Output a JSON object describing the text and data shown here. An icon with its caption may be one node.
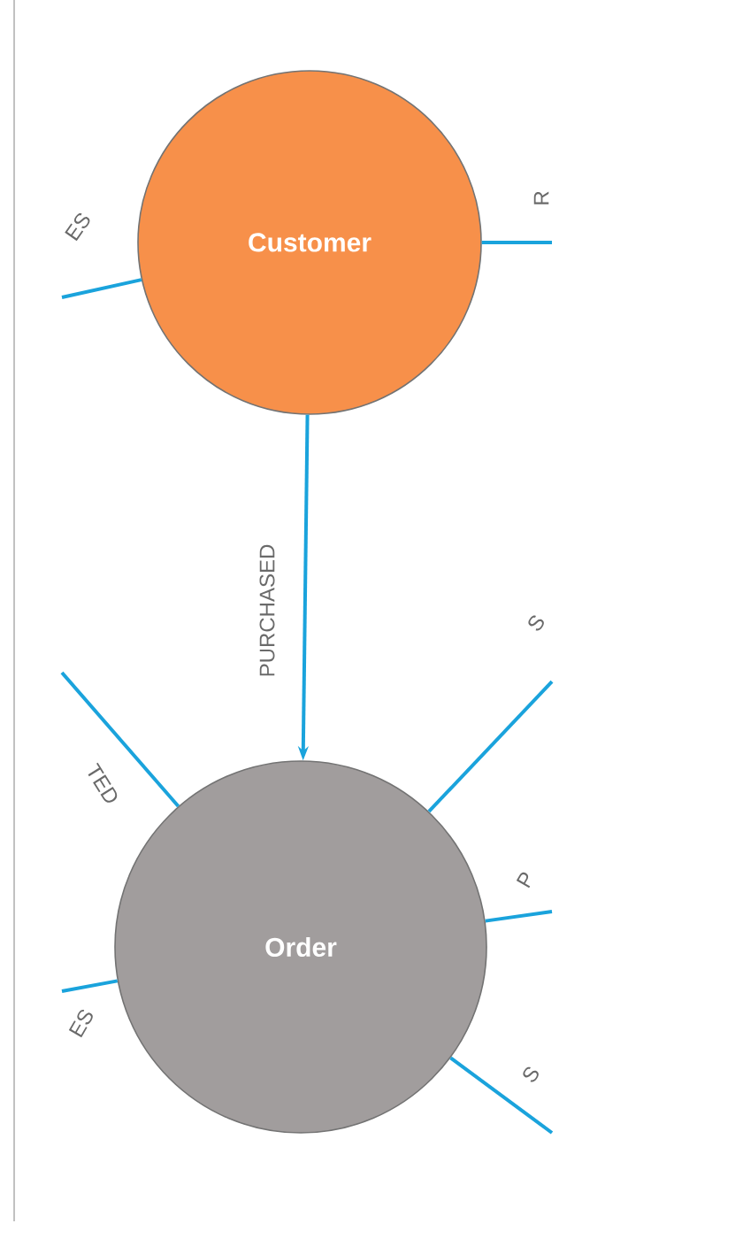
{
  "diagram": {
    "nodes": [
      {
        "text": [
          "Customer"
        ]
      },
      {
        "text": [
          "Order"
        ]
      }
    ],
    "edges": [
      {
        "from": 0,
        "to": 1,
        "arrow": "to",
        "label": "PURCHASED"
      },
      {
        "from": 0,
        "to": null,
        "arrow": "none",
        "label": "ES"
      },
      {
        "from": 0,
        "to": null,
        "arrow": "none",
        "label": "R"
      },
      {
        "from": 1,
        "to": null,
        "arrow": "none",
        "label": "TED"
      },
      {
        "from": 1,
        "to": null,
        "arrow": "none",
        "label": "ES"
      },
      {
        "from": 1,
        "to": null,
        "arrow": "none",
        "label": "S"
      },
      {
        "from": 1,
        "to": null,
        "arrow": "none",
        "label": "P"
      },
      {
        "from": 1,
        "to": null,
        "arrow": "none",
        "label": "S"
      }
    ]
  }
}
